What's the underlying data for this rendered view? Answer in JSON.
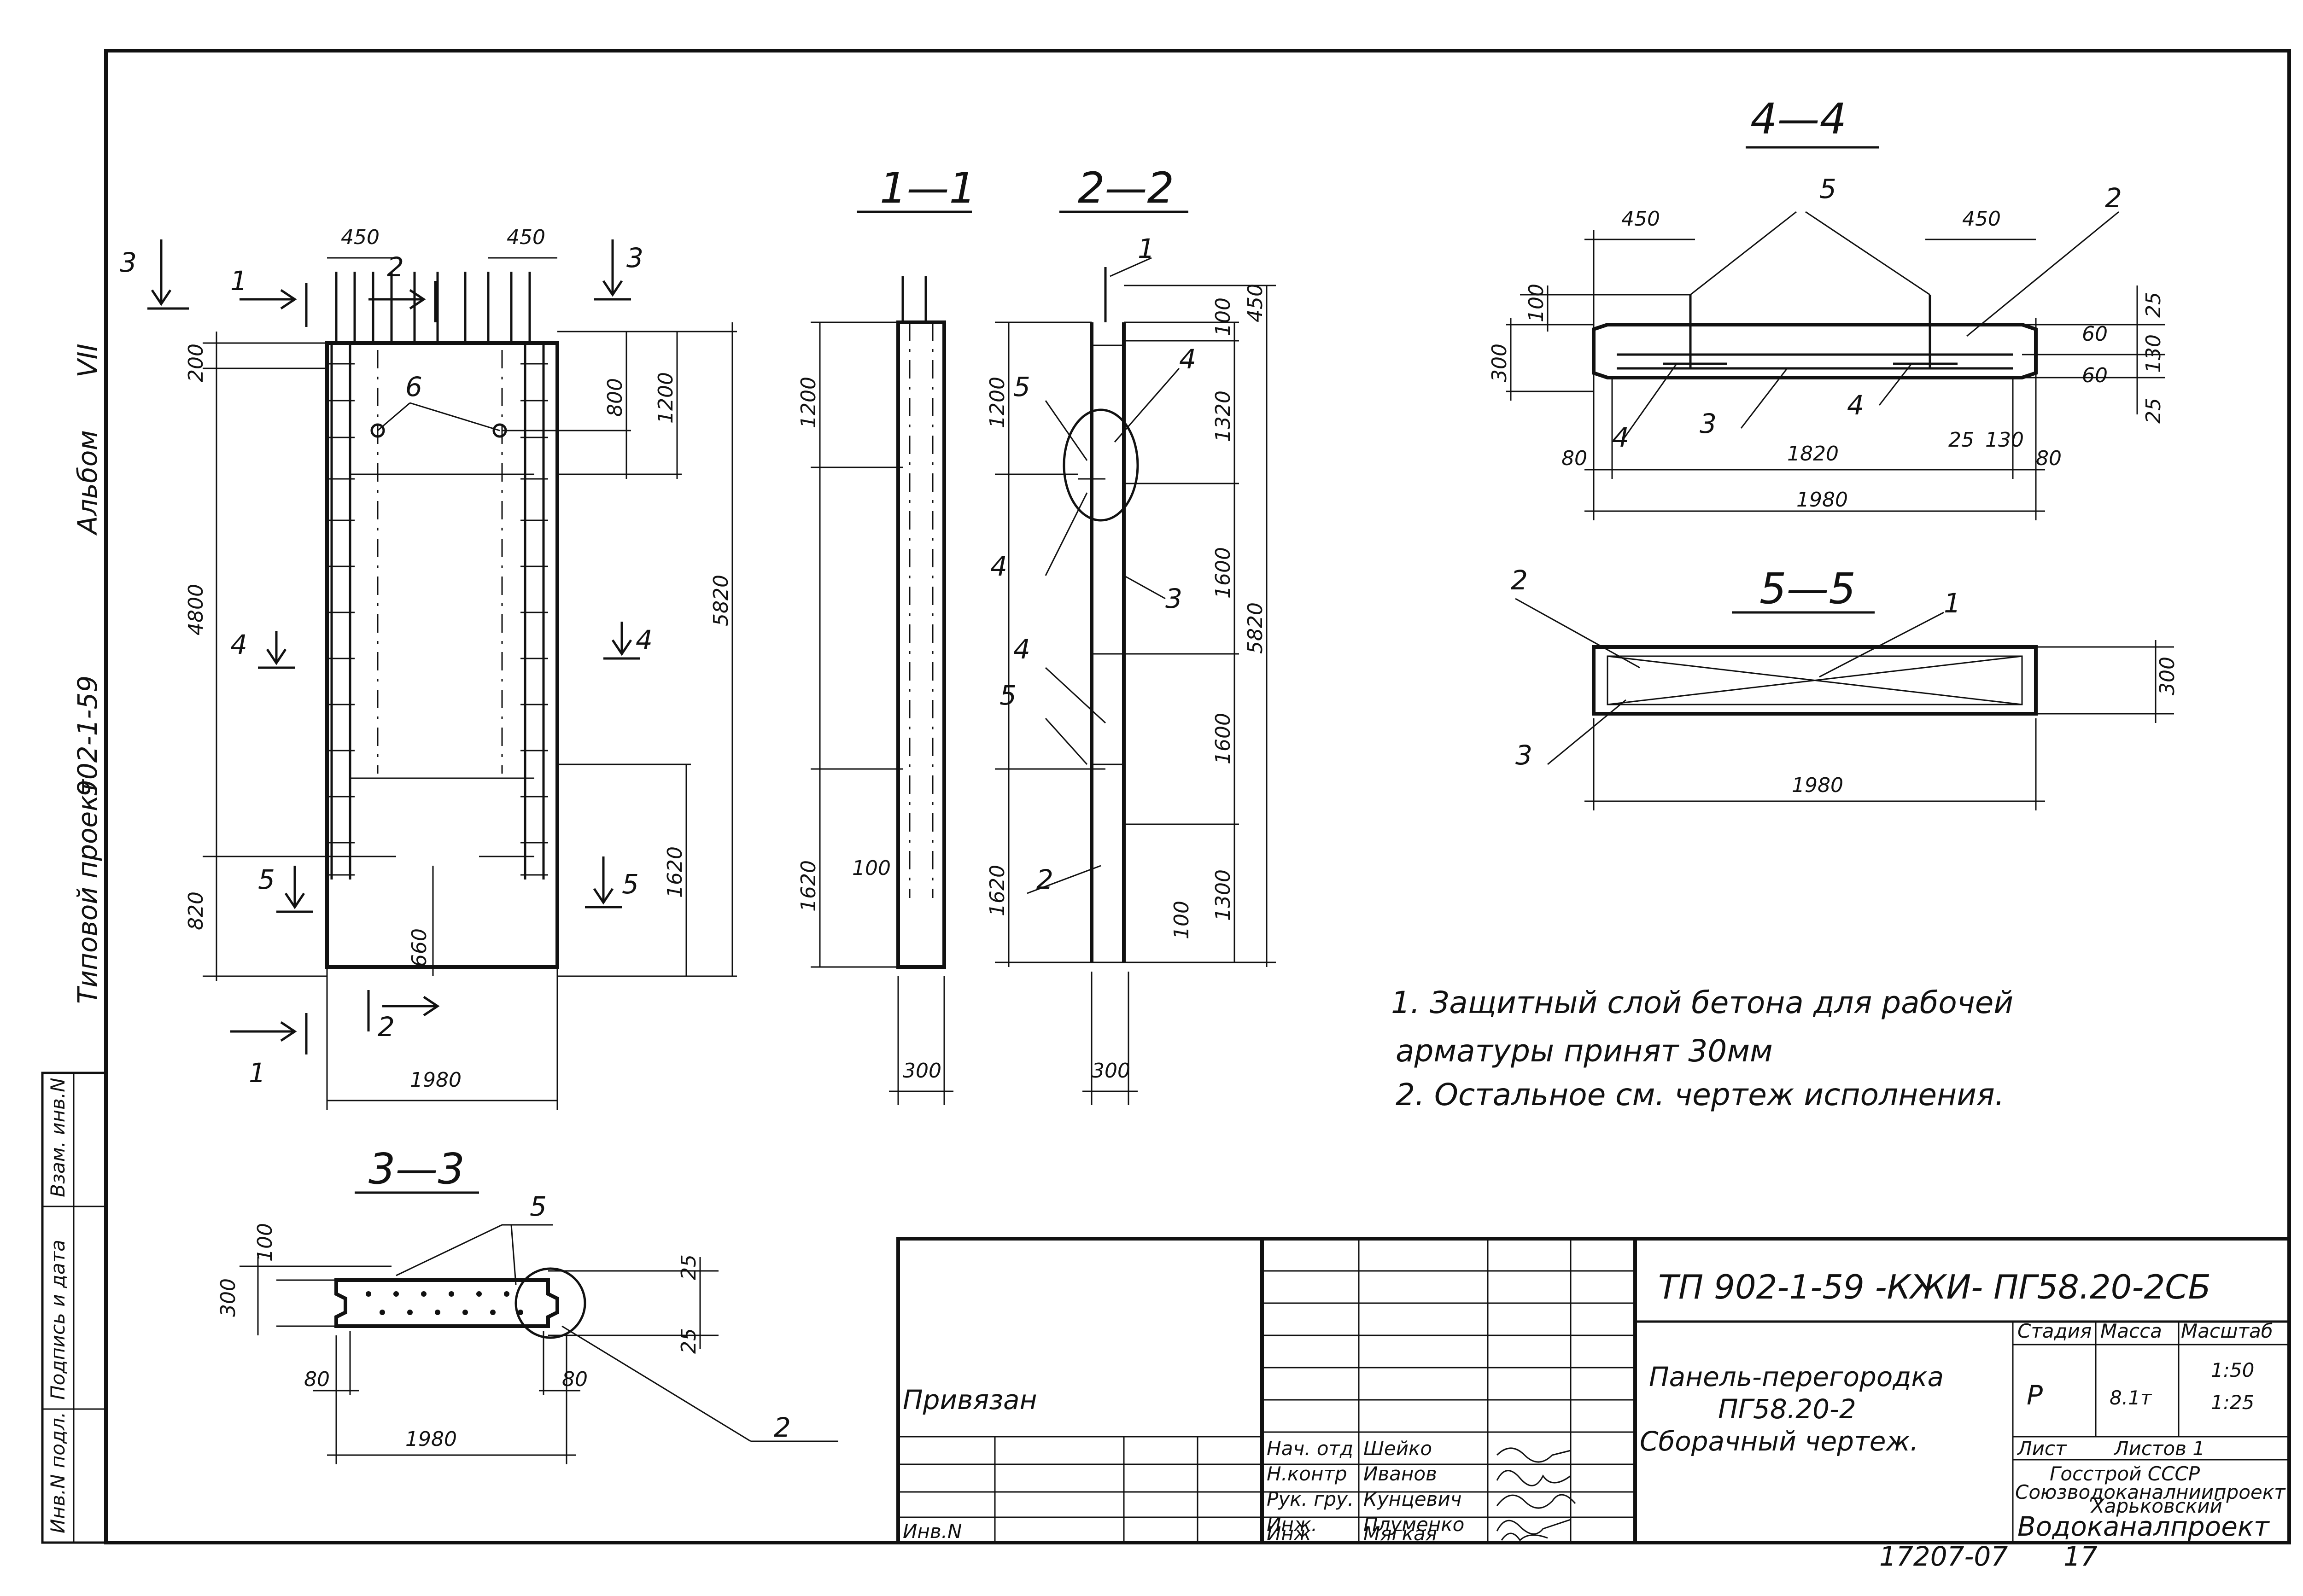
{
  "side_strip": {
    "album_label": "Альбом",
    "album_number": "VII",
    "project_label": "Типовой проект",
    "project_code": "902-1-59",
    "stamp_fields": [
      "Инв.N подл.",
      "Подпись и дата",
      "Взам. инв.N"
    ]
  },
  "elevation": {
    "dims": {
      "top_left_450": "450",
      "top_right_450": "450",
      "d200": "200",
      "d4800": "4800",
      "d820": "820",
      "d800": "800",
      "d1200": "1200",
      "d5820": "5820",
      "d1620": "1620",
      "d660": "660",
      "d1980": "1980"
    },
    "labels": {
      "cut1_top": "1",
      "cut1_bot": "1",
      "cut2_top": "2",
      "cut2_bot": "2",
      "cut3_left": "3",
      "cut3_right": "3",
      "cut4_left": "4",
      "cut4_right": "4",
      "cut5_left": "5",
      "cut5_right": "5",
      "pos6": "6"
    }
  },
  "section_1_1": {
    "title": "1—1",
    "dims": {
      "d1200": "1200",
      "d1620": "1620",
      "d100": "100",
      "d300": "300"
    }
  },
  "section_2_2": {
    "title": "2—2",
    "dims": {
      "d1200": "1200",
      "d1620": "1620",
      "d100_top": "100",
      "d450": "450",
      "d1320": "1320",
      "d1600a": "1600",
      "d1600b": "1600",
      "d1300": "1300",
      "d5820": "5820",
      "d100_bot": "100",
      "d300": "300"
    },
    "callouts": {
      "c1": "1",
      "c5a": "5",
      "c4a": "4",
      "c4b": "4",
      "c3": "3",
      "c4c": "4",
      "c5b": "5",
      "c2": "2"
    }
  },
  "section_4_4": {
    "title": "4—4",
    "dims": {
      "d450l": "450",
      "d450r": "450",
      "d100": "100",
      "d300": "300",
      "d25a": "25",
      "d60a": "60",
      "d60b": "60",
      "d130": "130",
      "d25b": "25",
      "d80l": "80",
      "d1820": "1820",
      "d25c": "25",
      "d130b": "130",
      "d80r": "80",
      "d1980": "1980"
    },
    "callouts": {
      "c5": "5",
      "c2": "2",
      "c4l": "4",
      "c3": "3",
      "c4r": "4"
    }
  },
  "section_5_5": {
    "title": "5—5",
    "dims": {
      "d300": "300",
      "d1980": "1980"
    },
    "callouts": {
      "c2": "2",
      "c1": "1",
      "c3": "3"
    }
  },
  "section_3_3": {
    "title": "3—3",
    "dims": {
      "d100": "100",
      "d300": "300",
      "d25a": "25",
      "d25b": "25",
      "d80l": "80",
      "d80r": "80",
      "d1980": "1980"
    },
    "callouts": {
      "c5": "5",
      "c2": "2"
    }
  },
  "notes": [
    "1. Защитный слой бетона для рабочей",
    "арматуры принят 30мм",
    "2. Остальное см. чертеж исполнения."
  ],
  "title_block": {
    "code": "ТП 902-1-59 -КЖИ- ПГ58.20-2СБ",
    "title_line1": "Панель-перегородка",
    "title_line2": "ПГ58.20-2",
    "title_line3": "Сборачный чертеж.",
    "stage_header": "Стадия",
    "mass_header": "Масса",
    "scale_header": "Масштаб",
    "stage": "Р",
    "mass": "8.1т",
    "scale1": "1:50",
    "scale2": "1:25",
    "sheet": "Лист",
    "sheets": "Листов 1",
    "org1": "Госстрой СССР",
    "org2": "Союзводоканалниипроект",
    "org3": "Харьковский",
    "org4": "Водоканалпроект",
    "privyazan": "Привязан",
    "inv": "Инв.N",
    "staff": [
      {
        "role": "Нач. отд",
        "name": "Шейко"
      },
      {
        "role": "Н.контр",
        "name": "Иванов"
      },
      {
        "role": "Рук. гру.",
        "name": "Кунцевич"
      },
      {
        "role": "Инж.",
        "name": "Плуменко"
      },
      {
        "role": "Инж",
        "name": "Мягкая"
      }
    ]
  },
  "footer": {
    "number": "17207-07",
    "page": "17"
  }
}
